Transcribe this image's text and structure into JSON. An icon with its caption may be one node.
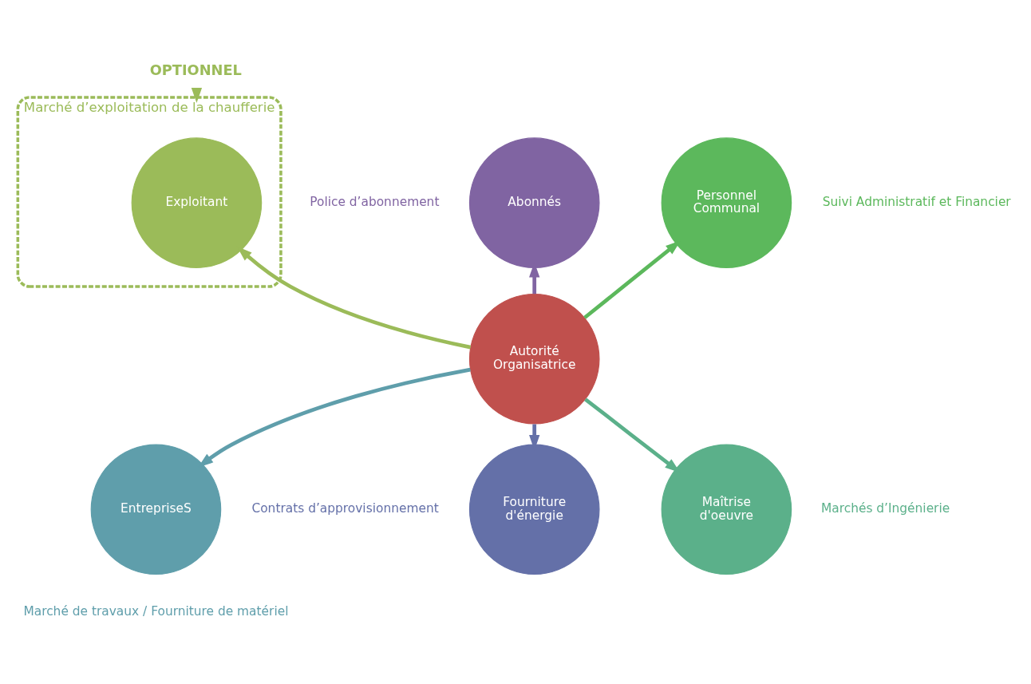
{
  "diagram": {
    "nodes": [
      {
        "text": [
          "OPTIONNEL"
        ]
      },
      {
        "text": [
          "Marché d’exploitation de la chaufferie"
        ]
      },
      {
        "text": [
          "Exploitant"
        ],
        "in": 1
      },
      {
        "text": [
          "Abonnés"
        ],
        "beside": [
          "Police d’abonnement"
        ]
      },
      {
        "text": [
          "Personnel Communal"
        ],
        "beside": [
          "Suivi Administratif et Financier"
        ]
      },
      {
        "text": [
          "Autorité Organisatrice"
        ]
      },
      {
        "text": [
          "Fourniture d'énergie"
        ],
        "beside": [
          "Contrats d’approvisionnement"
        ]
      },
      {
        "text": [
          "Maîtrise d'oeuvre"
        ],
        "beside": [
          "Marchés d’Ingénierie"
        ]
      },
      {
        "text": [
          "EntrepriseS"
        ],
        "beside": [
          "Marché de travaux / Fourniture de matériel"
        ]
      }
    ],
    "edges": [
      {
        "from": 0,
        "to": 1,
        "arrow": "to",
        "color": "#9bbb59"
      },
      {
        "from": 5,
        "to": 2,
        "arrow": "to",
        "color": "#9bbb59"
      },
      {
        "from": 5,
        "to": 3,
        "arrow": "to",
        "color": "#8064a2"
      },
      {
        "from": 5,
        "to": 4,
        "arrow": "to",
        "color": "#5cb85c"
      },
      {
        "from": 5,
        "to": 6,
        "arrow": "to",
        "color": "#6470a8"
      },
      {
        "from": 5,
        "to": 7,
        "arrow": "to",
        "color": "#5bb08a"
      },
      {
        "from": 5,
        "to": 8,
        "arrow": "to",
        "color": "#5f9eab"
      }
    ]
  }
}
